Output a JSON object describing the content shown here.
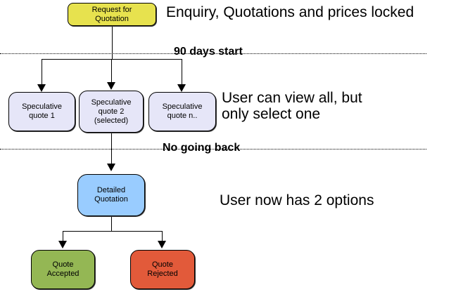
{
  "nodes": {
    "request": {
      "label": "Request for\nQuotation",
      "color": "#e7e24e"
    },
    "spec1": {
      "label": "Speculative\nquote 1",
      "color": "#e6e6f8"
    },
    "spec2": {
      "label": "Speculative\nquote 2\n(selected)",
      "color": "#e6e6f8"
    },
    "specn": {
      "label": "Speculative\nquote n..",
      "color": "#e6e6f8"
    },
    "detailed": {
      "label": "Detailed\nQuotation",
      "color": "#99ccff"
    },
    "accepted": {
      "label": "Quote\nAccepted",
      "color": "#94b754"
    },
    "rejected": {
      "label": "Quote\nRejected",
      "color": "#e25a3a"
    }
  },
  "dividers": {
    "first": {
      "label": "90 days start"
    },
    "second": {
      "label": "No going back"
    }
  },
  "annotations": {
    "top": "Enquiry, Quotations and prices locked",
    "middle": "User can view all, but\nonly select one",
    "bottom": "User now has 2 options"
  },
  "colors": {
    "line": "#000000",
    "background": "#ffffff"
  }
}
